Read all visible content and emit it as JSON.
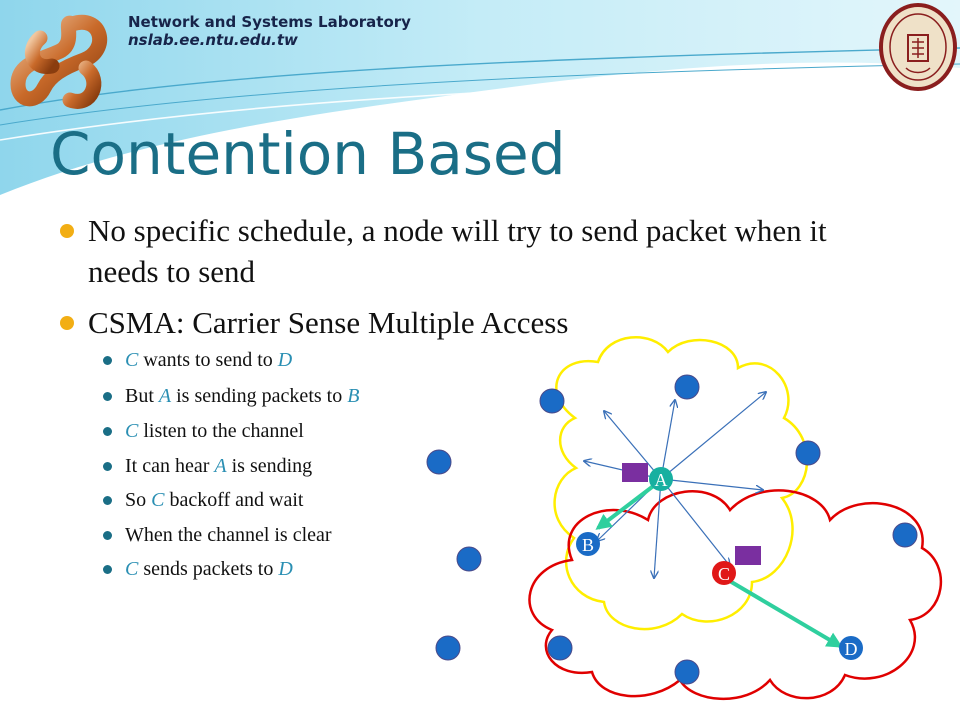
{
  "header": {
    "lab_name": "Network and Systems Laboratory",
    "lab_url": "nslab.ee.ntu.edu.tw"
  },
  "title": "Contention Based",
  "bullets": [
    {
      "text": "No specific schedule, a node will try to send packet when it needs to send"
    },
    {
      "text": "CSMA: Carrier Sense Multiple Access"
    }
  ],
  "sub_bullets": [
    {
      "pre": "",
      "v1": "C",
      "mid": " wants to send to ",
      "v2": "D",
      "post": ""
    },
    {
      "pre": "But ",
      "v1": "A",
      "mid": " is sending packets to ",
      "v2": "B",
      "post": ""
    },
    {
      "pre": "",
      "v1": "C",
      "mid": " listen to the channel",
      "v2": "",
      "post": ""
    },
    {
      "pre": "It can hear ",
      "v1": "A",
      "mid": " is sending",
      "v2": "",
      "post": ""
    },
    {
      "pre": "So ",
      "v1": "C",
      "mid": " backoff and wait",
      "v2": "",
      "post": ""
    },
    {
      "pre": "When the channel is clear",
      "v1": "",
      "mid": "",
      "v2": "",
      "post": ""
    },
    {
      "pre": "",
      "v1": "C",
      "mid": " sends packets to ",
      "v2": "D",
      "post": ""
    }
  ],
  "diagram": {
    "node_labels": {
      "a": "A",
      "b": "B",
      "c": "C",
      "d": "D"
    }
  },
  "colors": {
    "title": "#1a6e86",
    "bullet_marker": "#f2ae14",
    "variable_text": "#2a8fb3",
    "node_fill": "#1a6bc6",
    "range_a_outline": "#ffee00",
    "range_c_outline": "#e00000",
    "transmission_arrow": "#2fcf9e",
    "packet": "#7a2fa0"
  }
}
